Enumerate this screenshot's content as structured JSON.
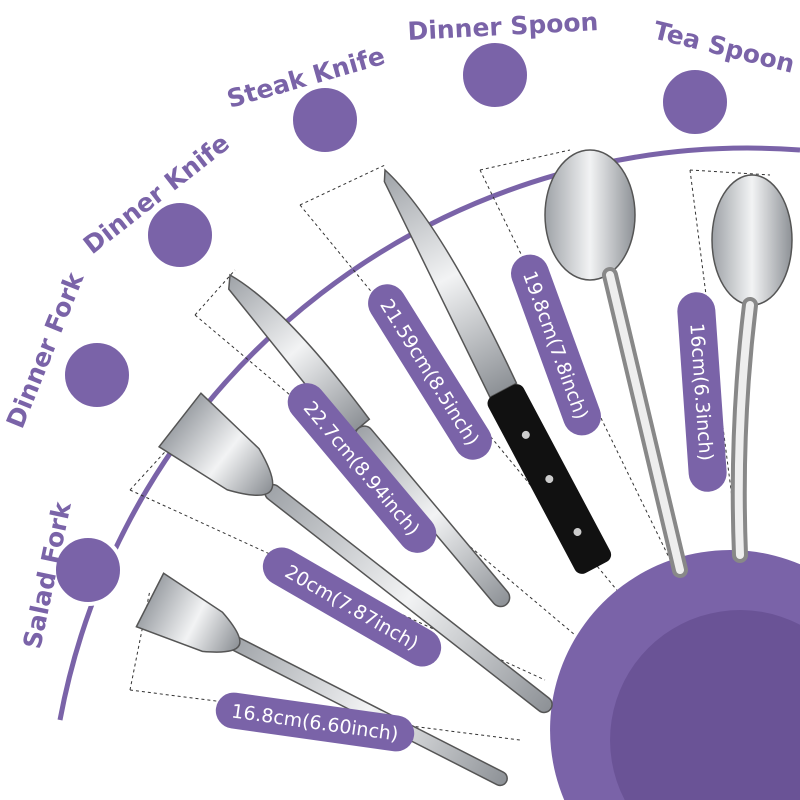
{
  "colors": {
    "accent": "#7a63a8",
    "plate_dark": "#6a5396",
    "steel": "#c9ccd0"
  },
  "items": [
    {
      "name": "Salad Fork",
      "size": "16.8cm(6.60inch)"
    },
    {
      "name": "Dinner Fork",
      "size": "20cm(7.87inch)"
    },
    {
      "name": "Dinner Knife",
      "size": "22.7cm(8.94inch)"
    },
    {
      "name": "Steak Knife",
      "size": "21.59cm(8.5inch)"
    },
    {
      "name": "Dinner Spoon",
      "size": "19.8cm(7.8inch)"
    },
    {
      "name": "Tea Spoon",
      "size": "16cm(6.3inch)"
    }
  ]
}
